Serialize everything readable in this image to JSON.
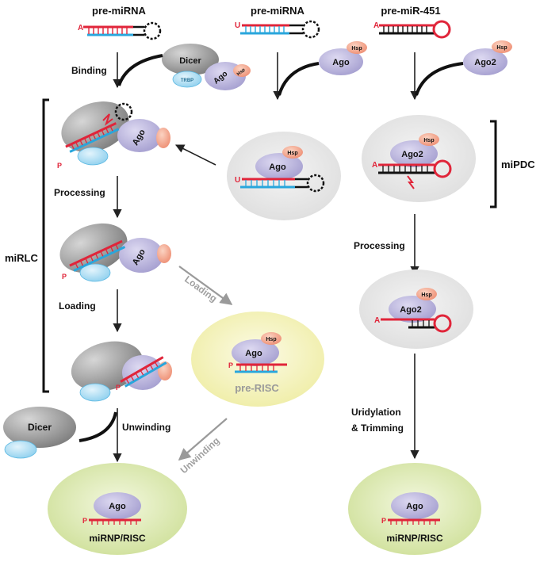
{
  "headers": {
    "left": "pre-miRNA",
    "middle": "pre-miRNA",
    "right": "pre-miR-451"
  },
  "proteins": {
    "dicer": "Dicer",
    "ago": "Ago",
    "ago2": "Ago2",
    "hsp": "Hsp",
    "trbp": "TRBP"
  },
  "rna_marks": {
    "a": "A",
    "u": "U",
    "p": "P"
  },
  "steps": {
    "binding": "Binding",
    "processing_left": "Processing",
    "loading_left": "Loading",
    "loading_diag": "Loading",
    "unwinding_left": "Unwinding",
    "unwinding_diag": "Unwinding",
    "processing_right": "Processing",
    "uridylation_line1": "Uridylation",
    "uridylation_line2": "& Trimming"
  },
  "complexes": {
    "mirlc": "miRLC",
    "mipdc": "miPDC",
    "pre_risc": "pre-RISC",
    "risc_left": "miRNP/RISC",
    "risc_right": "miRNP/RISC"
  },
  "colors": {
    "ago_fill": "#b8b2dc",
    "hsp_fill": "#f3a88e",
    "dicer_fill": "#8f8f8f",
    "trbp_fill": "#a9dcf2",
    "red_strand": "#e0253a",
    "blue_strand": "#29a6dc",
    "complex_bg": "#e6e6e6",
    "risc_bg": "#d9e7a6",
    "prerisc_bg": "#f4f2b4"
  }
}
